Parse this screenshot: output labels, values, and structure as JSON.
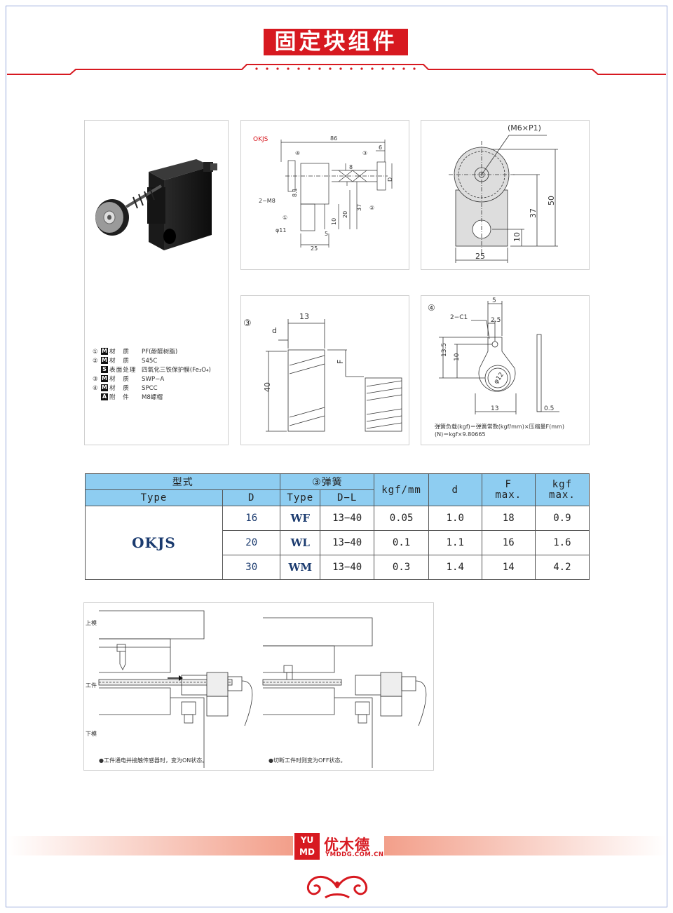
{
  "header": {
    "title": "固定块组件"
  },
  "drawing1": {
    "model_label": "OKJS",
    "dims": {
      "d86": "86",
      "d6": "6",
      "d8": "8",
      "d81": "8.1",
      "d37": "37",
      "d20": "20",
      "d10": "10",
      "d5": "5",
      "d25": "25",
      "dD": "D",
      "m8": "2−M8",
      "phi11": "φ11"
    },
    "callouts": {
      "c1": "①",
      "c2": "②",
      "c3": "③",
      "c4": "④"
    }
  },
  "drawing2": {
    "thread": "(M6×P1)",
    "d50": "50",
    "d37": "37",
    "d10": "10",
    "d25": "25"
  },
  "drawing3": {
    "marker": "③",
    "d13": "13",
    "dd": "d",
    "dF": "F",
    "d40": "40"
  },
  "drawing4": {
    "marker": "④",
    "d5": "5",
    "c1": "2−C1",
    "d25": "2.5",
    "d135": "13.5",
    "d10": "10",
    "phi": "φ12",
    "d13": "13",
    "d05": "0.5",
    "note1": "弹簧负载(kgf)＝弹簧常数(kgf/mm)×压缩量F(mm)",
    "note2": "(N)＝kgf×9.80665"
  },
  "materials": [
    {
      "num": "①",
      "code": "M",
      "label": "材　质",
      "value": "PF(酚醛树脂)"
    },
    {
      "num": "②",
      "code": "M",
      "label": "材　质",
      "value": "S45C"
    },
    {
      "num": "",
      "code": "S",
      "label": "表面处理",
      "value": "四氧化三铁保护膜(Fe₃O₄)"
    },
    {
      "num": "③",
      "code": "M",
      "label": "材　质",
      "value": "SWP−A"
    },
    {
      "num": "④",
      "code": "M",
      "label": "材　质",
      "value": "SPCC"
    },
    {
      "num": "",
      "code": "A",
      "label": "附　件",
      "value": "M8螺帽"
    }
  ],
  "table": {
    "h_model": "型式",
    "h_spring": "③弹簧",
    "h_kgfmm": "kgf/mm",
    "h_d": "d",
    "h_F": "F",
    "h_F_sub": "max.",
    "h_kgf": "kgf",
    "h_kgf_sub": "max.",
    "h_type": "Type",
    "h_D": "D",
    "h_stype": "Type",
    "h_DL": "D−L",
    "model": "OKJS",
    "rows": [
      {
        "D": "16",
        "type": "WF",
        "DL": "13−40",
        "kgfmm": "0.05",
        "d": "1.0",
        "F": "18",
        "kgf": "0.9"
      },
      {
        "D": "20",
        "type": "WL",
        "DL": "13−40",
        "kgfmm": "0.1",
        "d": "1.1",
        "F": "16",
        "kgf": "1.6"
      },
      {
        "D": "30",
        "type": "WM",
        "DL": "13−40",
        "kgfmm": "0.3",
        "d": "1.4",
        "F": "14",
        "kgf": "4.2"
      }
    ]
  },
  "usage": {
    "upper": "上模",
    "work": "工件",
    "lower": "下模",
    "caption_left": "●工件通电并接触传感器时，变为ON状态。",
    "caption_right": "●切断工件时则变为OFF状态。"
  },
  "footer": {
    "logo_top": "YU",
    "logo_bottom": "MD",
    "brand": "优木德",
    "url": "YMDDG.COM.CN"
  },
  "colors": {
    "accent": "#d71920",
    "table_header": "#8ecdf1",
    "navy": "#1b3b6f"
  }
}
